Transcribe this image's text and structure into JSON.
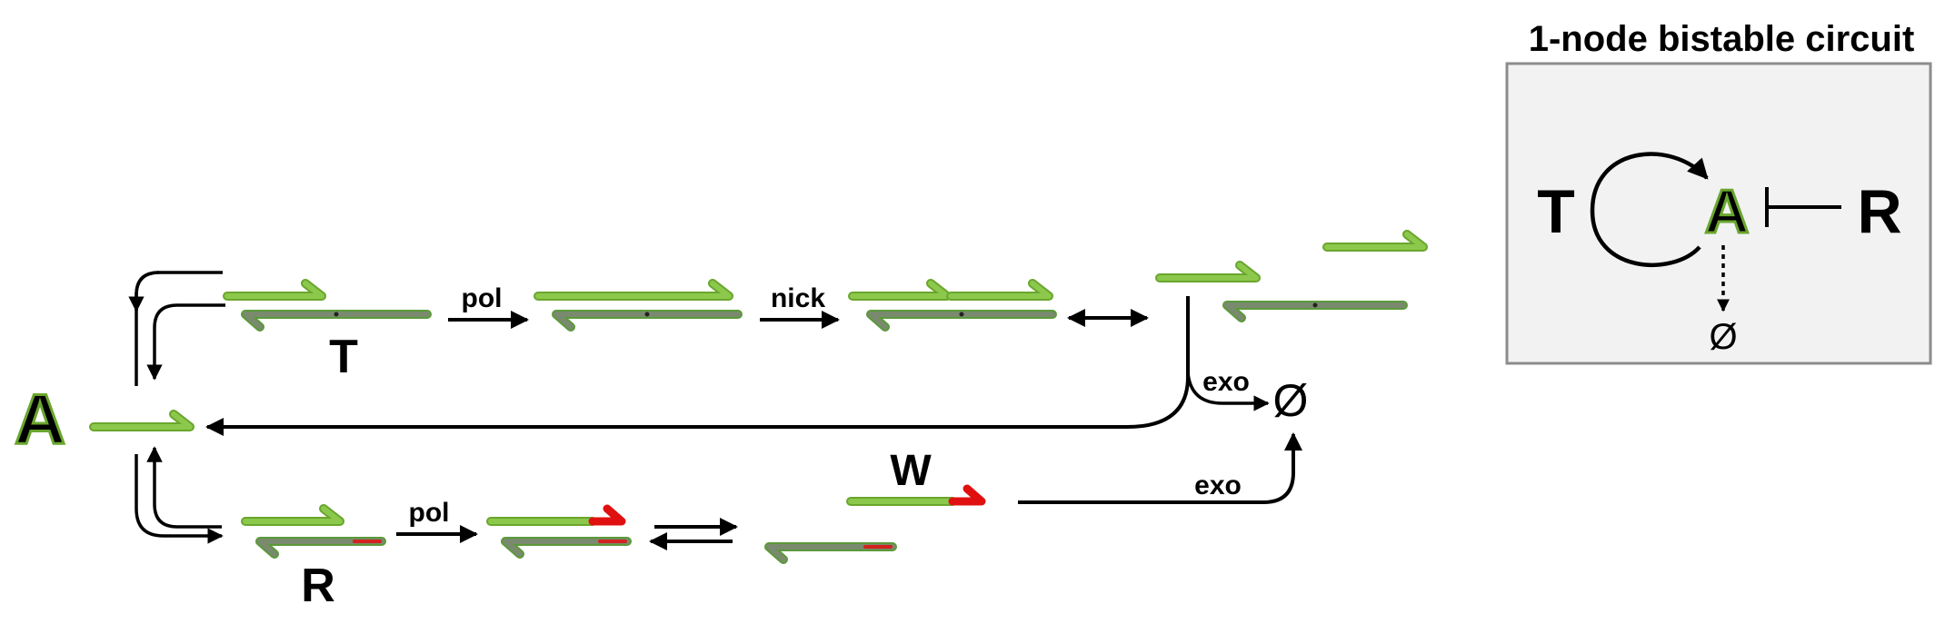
{
  "colors": {
    "strand_green": "#8cc84b",
    "strand_green_edge": "#6aa62e",
    "template_gray": "#7a8a6e",
    "template_edge": "#5b9a3a",
    "block_red": "#e01010",
    "ink": "#000000",
    "panel_bg": "#f2f2f2",
    "panel_border": "#8c8c8c"
  },
  "species": {
    "activator": "A",
    "template": "T",
    "repressor": "R",
    "waste": "W",
    "degraded": "Ø"
  },
  "reactions": {
    "pol_top": "pol",
    "nick": "nick",
    "pol_bottom": "pol",
    "exo_activator": "exo",
    "exo_waste": "exo"
  },
  "inset": {
    "title": "1-node bistable circuit",
    "self_node": "T",
    "activator_node": "A",
    "repressor_node": "R",
    "degraded_node": "Ø"
  }
}
